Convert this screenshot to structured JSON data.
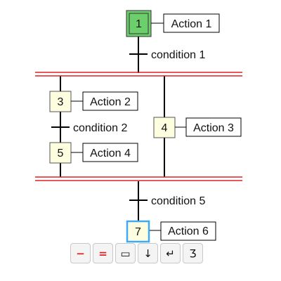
{
  "steps": [
    {
      "id": "1",
      "initial": true,
      "action": "Action 1"
    },
    {
      "id": "3",
      "action": "Action 2"
    },
    {
      "id": "5",
      "action": "Action 4"
    },
    {
      "id": "4",
      "action": "Action 3"
    },
    {
      "id": "7",
      "selected": true,
      "action": "Action 6"
    }
  ],
  "transitions": [
    {
      "condition": "condition 1"
    },
    {
      "condition": "condition 2"
    },
    {
      "condition": "condition 5"
    }
  ],
  "toolbar": {
    "buttons": [
      {
        "icon": "divergence-or-icon",
        "glyph": "−"
      },
      {
        "icon": "divergence-and-icon",
        "glyph": "="
      },
      {
        "icon": "step-icon",
        "glyph": "▭"
      },
      {
        "icon": "transition-icon",
        "glyph": "↓"
      },
      {
        "icon": "jump-icon",
        "glyph": "↵"
      },
      {
        "icon": "subprogram-icon",
        "glyph": "Ʒ"
      }
    ]
  },
  "colors": {
    "initial_step_fill": "#6ccf6c",
    "step_fill": "#fdfde0",
    "selection_border": "#3fa9f5",
    "divergence_line": "#e02020"
  }
}
